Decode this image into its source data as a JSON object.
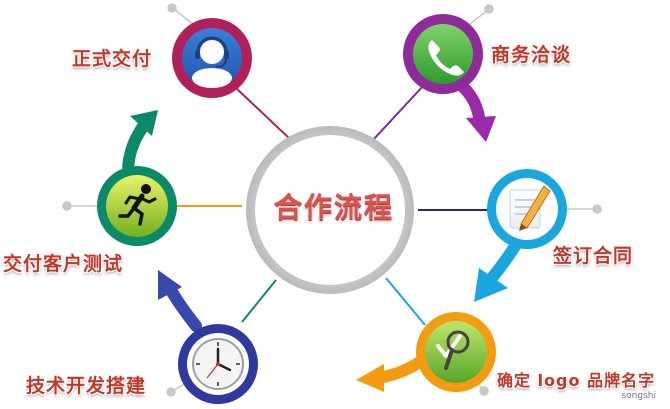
{
  "center": {
    "title": "合作流程"
  },
  "steps": [
    {
      "label": "商务洽谈",
      "color": "#8e2a9a",
      "icon": "phone-icon"
    },
    {
      "label": "签订合同",
      "color": "#1aa7e0",
      "icon": "contract-pen-icon"
    },
    {
      "label": "确定 logo 品牌名字",
      "color": "#f39c12",
      "icon": "magnifier-check-icon"
    },
    {
      "label": "技术开发搭建",
      "color": "#2e3a9e",
      "icon": "clock-icon"
    },
    {
      "label": "交付客户测试",
      "color": "#0b8a6a",
      "icon": "running-man-icon"
    },
    {
      "label": "正式交付",
      "color": "#c2185b",
      "icon": "customer-service-icon"
    }
  ],
  "watermark": "songshi"
}
